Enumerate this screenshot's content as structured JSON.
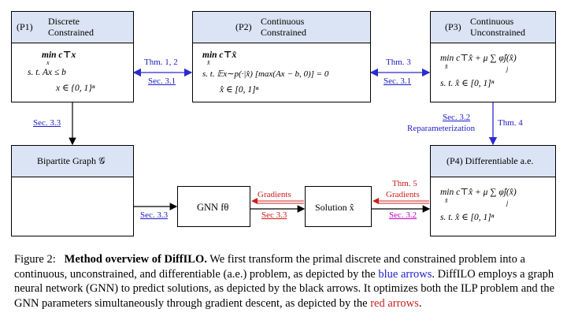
{
  "p1": {
    "label": "(P1)",
    "title_line1": "Discrete",
    "title_line2": "Constrained",
    "line1": "min c⊤x",
    "line1_sub": "x",
    "line2": "s. t. Ax ≤ b",
    "line3": "x ∈ {0, 1}ⁿ"
  },
  "p2": {
    "label": "(P2)",
    "title_line1": "Continuous",
    "title_line2": "Constrained",
    "line1": "min c⊤x̂",
    "line1_sub": "x̂",
    "line2": "s. t. 𝔼x∼p(·|x̂) [max(Ax − b, 0)] = 0",
    "line3": "x̂ ∈ [0, 1]ⁿ"
  },
  "p3": {
    "label": "(P3)",
    "title_line1": "Continuous",
    "title_line2": "Unconstrained",
    "line1": "min c⊤x̂ + μ ∑ φ̂j(x̂)",
    "line1_sub": "x̂",
    "line1_sum_sub": "j",
    "line2": "s. t. x̂ ∈ [0, 1]ⁿ"
  },
  "p4": {
    "title": "(P4) Differentiable a.e.",
    "line1": "min c⊤x̂ + μ ∑ φ̂j(x̂)",
    "line1_sub": "x̂",
    "line1_sum_sub": "j",
    "line2": "s. t. x̂ ∈ [0, 1]ⁿ"
  },
  "bipartite": {
    "title": "Bipartite Graph 𝒢"
  },
  "gnn": {
    "label": "GNN fθ"
  },
  "solution": {
    "label": "Solution x̂"
  },
  "arrow_labels": {
    "thm12": "Thm. 1, 2",
    "sec31_a": "Sec. 3.1",
    "thm3": "Thm. 3",
    "sec31_b": "Sec. 3.1",
    "sec33_left": "Sec. 3.3",
    "sec32": "Sec. 3.2",
    "reparam": "Reparameterization",
    "thm4": "Thm. 4",
    "sec33_bottom": "Sec. 3.3",
    "gradients_1": "Gradients",
    "sec33_red": "Sec 3.3",
    "thm5": "Thm. 5",
    "gradients_2": "Gradients",
    "sec32_bottom": "Sec. 3.2"
  },
  "caption": {
    "fig": "Figure 2:",
    "bold": "Method overview of DiffILO.",
    "t1": " We first transform the primal discrete and constrained problem into a continuous, unconstrained, and differentiable (a.e.) problem, as depicted by the ",
    "blue": "blue arrows",
    "t2": ". DiffILO employs a graph neural network (GNN) to predict solutions, as depicted by the black arrows. It optimizes both the ILP problem and the GNN parameters simultaneously through gradient descent, as depicted by the ",
    "red": "red arrows",
    "t3": "."
  },
  "colors": {
    "header_fill": "#dbe4f4",
    "blue_arrow": "#2a2ad0",
    "red_arrow": "#cc1c1c",
    "node_purple": "#7a56c8"
  }
}
